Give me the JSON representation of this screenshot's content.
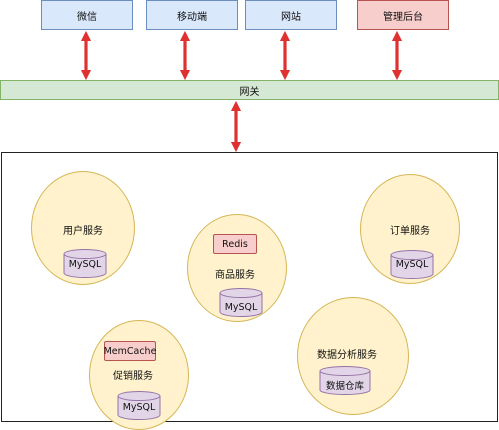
{
  "clients": [
    {
      "id": "wechat",
      "label": "微信",
      "kind": "client"
    },
    {
      "id": "mobile",
      "label": "移动端",
      "kind": "client"
    },
    {
      "id": "website",
      "label": "网站",
      "kind": "client"
    },
    {
      "id": "admin",
      "label": "管理后台",
      "kind": "admin"
    }
  ],
  "gateway": {
    "label": "网关"
  },
  "services": {
    "user": {
      "label": "用户服务",
      "db": "MySQL"
    },
    "product": {
      "label": "商品服务",
      "cache": "Redis",
      "db": "MySQL"
    },
    "order": {
      "label": "订单服务",
      "db": "MySQL"
    },
    "promo": {
      "label": "促销服务",
      "cache": "MemCache",
      "db": "MySQL"
    },
    "analytics": {
      "label": "数据分析服务",
      "db": "数据仓库"
    }
  },
  "colors": {
    "client_fill": "#dae8fc",
    "client_border": "#6c8ebf",
    "admin_fill": "#f8cecc",
    "admin_border": "#b85450",
    "gateway_fill": "#d5e8d4",
    "gateway_border": "#82b366",
    "service_fill": "#fff2cc",
    "service_border": "#d6b656",
    "db_fill": "#e1d5e7",
    "db_border": "#9673a6",
    "arrow": "#e03131"
  }
}
